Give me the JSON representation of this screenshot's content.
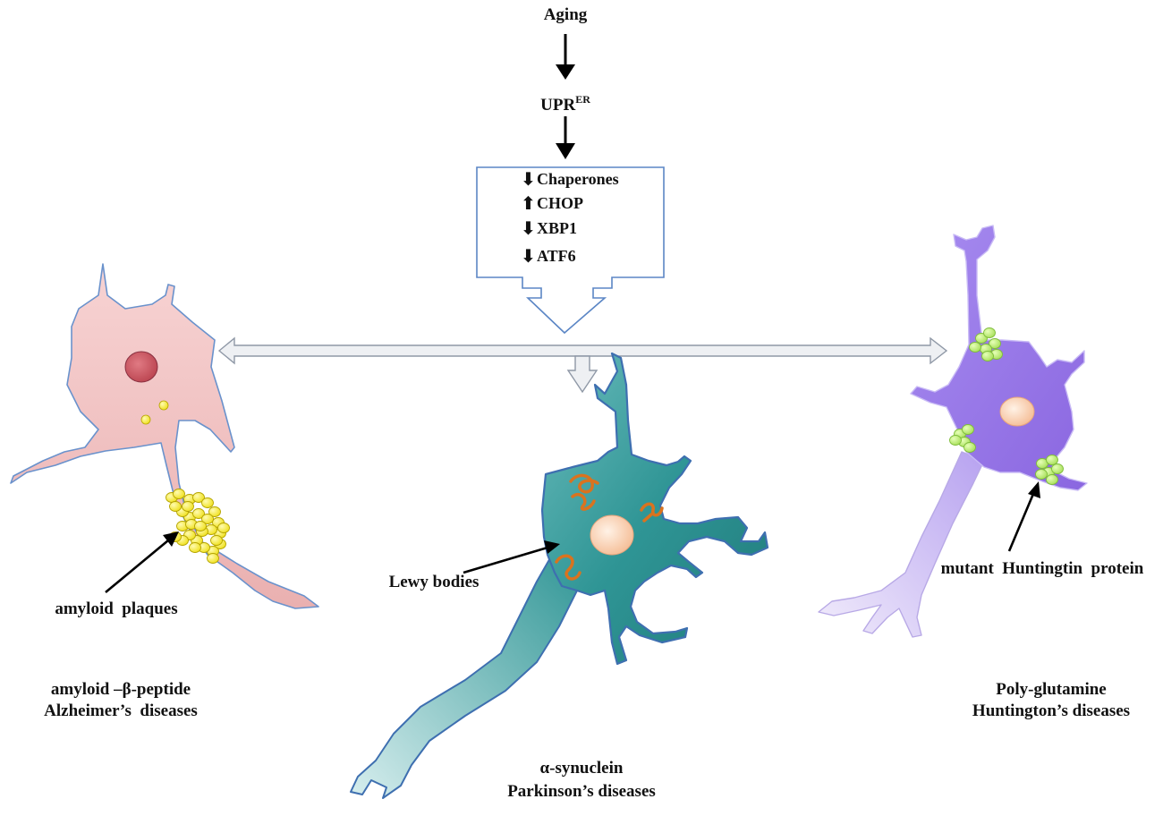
{
  "pathway": {
    "aging": "Aging",
    "upr_base": "UPR",
    "upr_sup": "ER"
  },
  "effects": [
    {
      "direction": "down",
      "label": "Chaperones"
    },
    {
      "direction": "up",
      "label": "CHOP"
    },
    {
      "direction": "down",
      "label": "XBP1"
    },
    {
      "direction": "down",
      "label": "ATF6"
    }
  ],
  "diseases": {
    "alzheimer": {
      "annotation": "amyloid  plaques",
      "protein": "amyloid –β-peptide",
      "disease": "Alzheimer’s  diseases",
      "colors": {
        "cell": "#f2c4c4",
        "outline": "#5b86c5",
        "aggregate": "#f5e623",
        "nucleus": "#c0505c"
      }
    },
    "parkinson": {
      "annotation": "Lewy bodies",
      "protein": "α-synuclein",
      "disease": "Parkinson’s diseases",
      "colors": {
        "cell": "#2f9e9e",
        "outline": "#3e6fb0",
        "aggregate": "#d9731f",
        "nucleus": "#f6c7a6"
      }
    },
    "huntington": {
      "annotation": "mutant  Huntingtin  protein",
      "protein": "Poly-glutamine",
      "disease": "Huntington’s diseases",
      "colors": {
        "cell": "#9b7de8",
        "outline": "#c7b8f2",
        "aggregate": "#b6e86a",
        "nucleus": "#f6c7a6"
      }
    }
  }
}
